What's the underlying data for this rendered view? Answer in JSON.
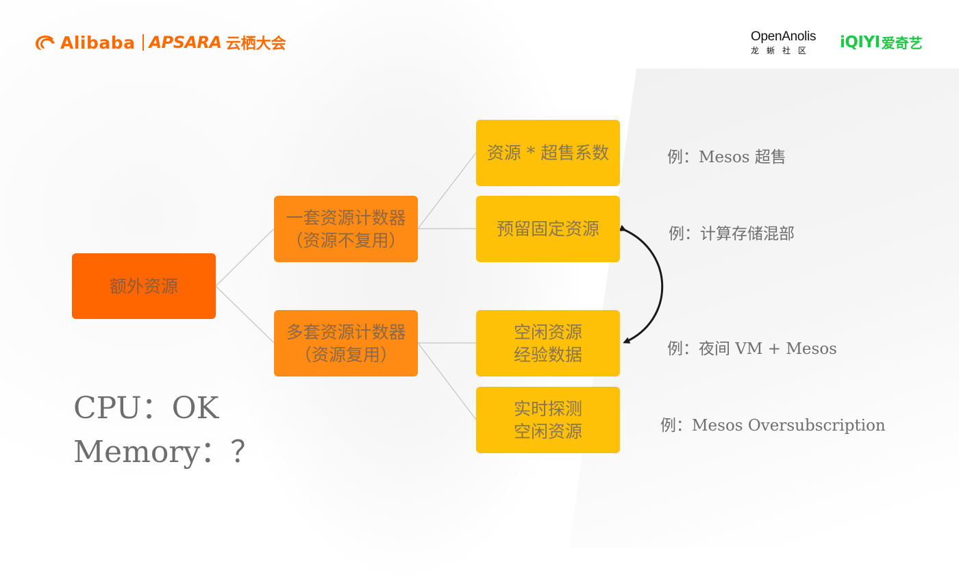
{
  "header": {
    "alibaba": "Alibaba",
    "apsara": "APSARA",
    "yunqi": "云栖大会",
    "openanolis": "OpenAnolis",
    "openanolis_cn": "龙蜥社区",
    "iqiyi_en": "iQIYI",
    "iqiyi_cn": "爱奇艺"
  },
  "colors": {
    "brand_orange": "#ff6a00",
    "root_box": "#ff6600",
    "mid_box": "#ff8a14",
    "leaf_box": "#ffc107",
    "iqiyi_green": "#1ec845"
  },
  "diagram": {
    "root": "额外资源",
    "single_counter": {
      "line1": "一套资源计数器",
      "line2": "（资源不复用）"
    },
    "multi_counter": {
      "line1": "多套资源计数器",
      "line2": "（资源复用）"
    },
    "leaf_oversell": "资源 * 超售系数",
    "leaf_reserved": "预留固定资源",
    "leaf_idle_experience": {
      "line1": "空闲资源",
      "line2": "经验数据"
    },
    "leaf_realtime_detect": {
      "line1": "实时探测",
      "line2": "空闲资源"
    }
  },
  "examples": {
    "oversell": "例：Mesos 超售",
    "reserved": "例：计算存储混部",
    "idle_experience": "例：夜间 VM + Mesos",
    "realtime": "例：Mesos Oversubscription"
  },
  "notes": {
    "cpu": "CPU：OK",
    "memory": "Memory：？"
  }
}
